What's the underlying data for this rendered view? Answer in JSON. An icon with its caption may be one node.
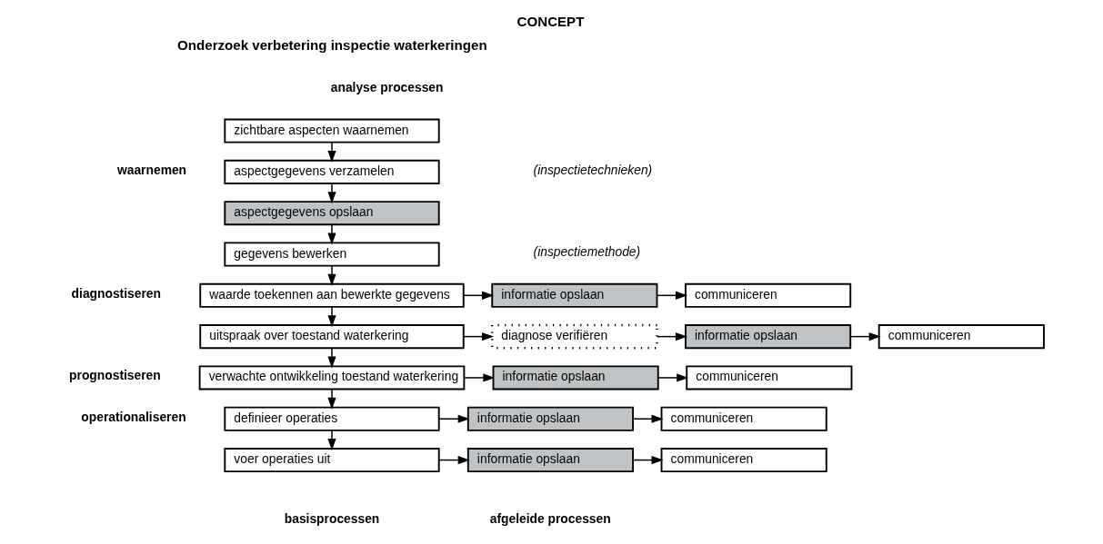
{
  "diagram": {
    "title": "CONCEPT",
    "nodes": [
      {
        "text": [
          "zichtbare aspecten waarnemen"
        ]
      },
      {
        "text": [
          "aspectgegevens verzamelen"
        ]
      },
      {
        "text": [
          "aspectgegevens opslaan"
        ]
      },
      {
        "text": [
          "gegevens bewerken"
        ]
      },
      {
        "text": [
          "waarde toekennen aan bewerkte gegevens"
        ]
      },
      {
        "text": [
          "informatie opslaan"
        ]
      },
      {
        "text": [
          "communiceren"
        ]
      },
      {
        "text": [
          "uitspraak over toestand waterkering"
        ]
      },
      {
        "text": [
          "diagnose verifiëren"
        ]
      },
      {
        "text": [
          "informatie opslaan"
        ]
      },
      {
        "text": [
          "communiceren"
        ]
      },
      {
        "text": [
          "verwachte ontwikkeling toestand waterkering"
        ]
      },
      {
        "text": [
          "informatie opslaan"
        ]
      },
      {
        "text": [
          "communiceren"
        ]
      },
      {
        "text": [
          "definieer operaties"
        ]
      },
      {
        "text": [
          "informatie opslaan"
        ]
      },
      {
        "text": [
          "communiceren"
        ]
      },
      {
        "text": [
          "voer operaties uit"
        ]
      },
      {
        "text": [
          "informatie opslaan"
        ]
      },
      {
        "text": [
          "communiceren"
        ]
      }
    ],
    "edges": [
      {
        "from": 0,
        "to": 1,
        "arrow": "to"
      },
      {
        "from": 1,
        "to": 2,
        "arrow": "to"
      },
      {
        "from": 2,
        "to": 3,
        "arrow": "to"
      },
      {
        "from": 3,
        "to": 4,
        "arrow": "to"
      },
      {
        "from": 4,
        "to": 5,
        "arrow": "to"
      },
      {
        "from": 5,
        "to": 6,
        "arrow": "to"
      },
      {
        "from": 4,
        "to": 7,
        "arrow": "to"
      },
      {
        "from": 7,
        "to": 8,
        "arrow": "to"
      },
      {
        "from": 8,
        "to": 9,
        "arrow": "to"
      },
      {
        "from": 9,
        "to": 10,
        "arrow": "to"
      },
      {
        "from": 7,
        "to": 11,
        "arrow": "to"
      },
      {
        "from": 11,
        "to": 12,
        "arrow": "to"
      },
      {
        "from": 12,
        "to": 13,
        "arrow": "to"
      },
      {
        "from": 11,
        "to": 14,
        "arrow": "to"
      },
      {
        "from": 14,
        "to": 15,
        "arrow": "to"
      },
      {
        "from": 15,
        "to": 16,
        "arrow": "to"
      },
      {
        "from": 14,
        "to": 17,
        "arrow": "to"
      },
      {
        "from": 17,
        "to": 18,
        "arrow": "to"
      },
      {
        "from": 18,
        "to": 19,
        "arrow": "to"
      }
    ],
    "labels": [
      "Onderzoek verbetering inspectie waterkeringen",
      "analyse processen",
      "waarnemen",
      "(inspectietechnieken)",
      "(inspectiemethode)",
      "diagnostiseren",
      "prognostiseren",
      "operationaliseren",
      "basisprocessen",
      "afgeleide processen"
    ]
  }
}
